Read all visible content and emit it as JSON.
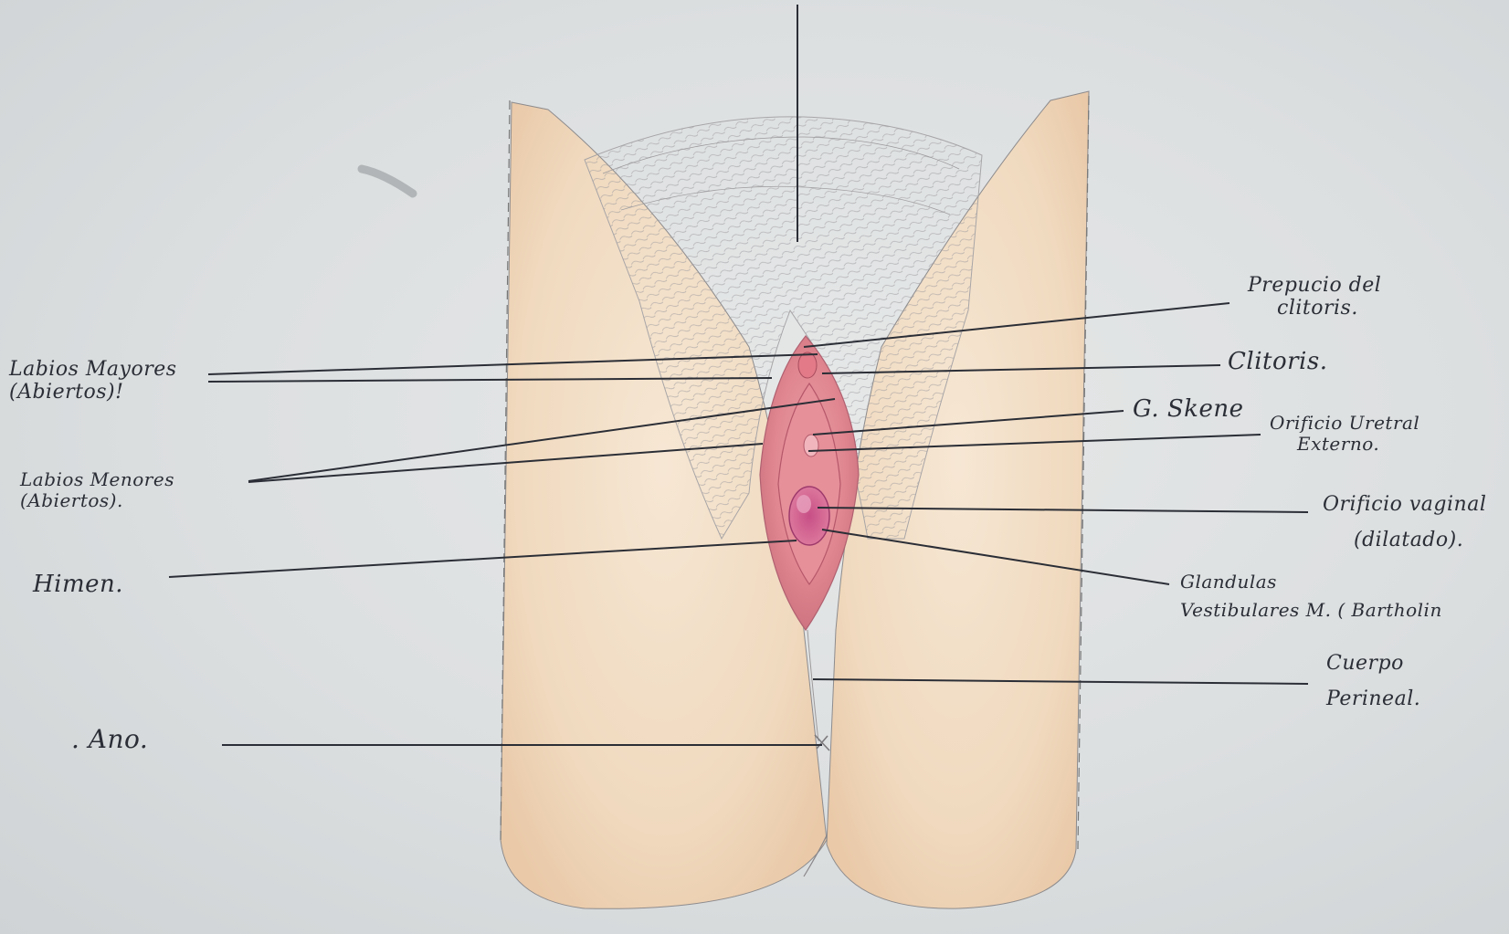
{
  "labels": {
    "prepucio": {
      "line1": "Prepucio del",
      "line2": "clitoris."
    },
    "clitoris": "Clitoris.",
    "g_skene": "G. Skene",
    "orificio_uretral": {
      "line1": "Orificio Uretral",
      "line2": "Externo."
    },
    "orificio_vaginal": {
      "line1": "Orificio vaginal",
      "line2": "(dilatado)."
    },
    "glandulas": {
      "line1": "Glandulas",
      "line2": "Vestibulares M. ( Bartholin"
    },
    "cuerpo_perineal": {
      "line1": "Cuerpo",
      "line2": "Perineal."
    },
    "labios_mayores": {
      "line1": "Labios Mayores",
      "line2": "(Abiertos)!"
    },
    "labios_menores": {
      "line1": "Labios Menores",
      "line2": "(Abiertos)."
    },
    "himen": "Himen.",
    "ano": ". Ano."
  },
  "colors": {
    "paper": "#dcdfe0",
    "skin": "#f0dcc4",
    "skin_shade": "#e8c7a8",
    "hair": "#b6b4b6",
    "mucosa": "#e58a92",
    "mucosa_dark": "#c05a6c",
    "ink": "#2b2e36"
  }
}
